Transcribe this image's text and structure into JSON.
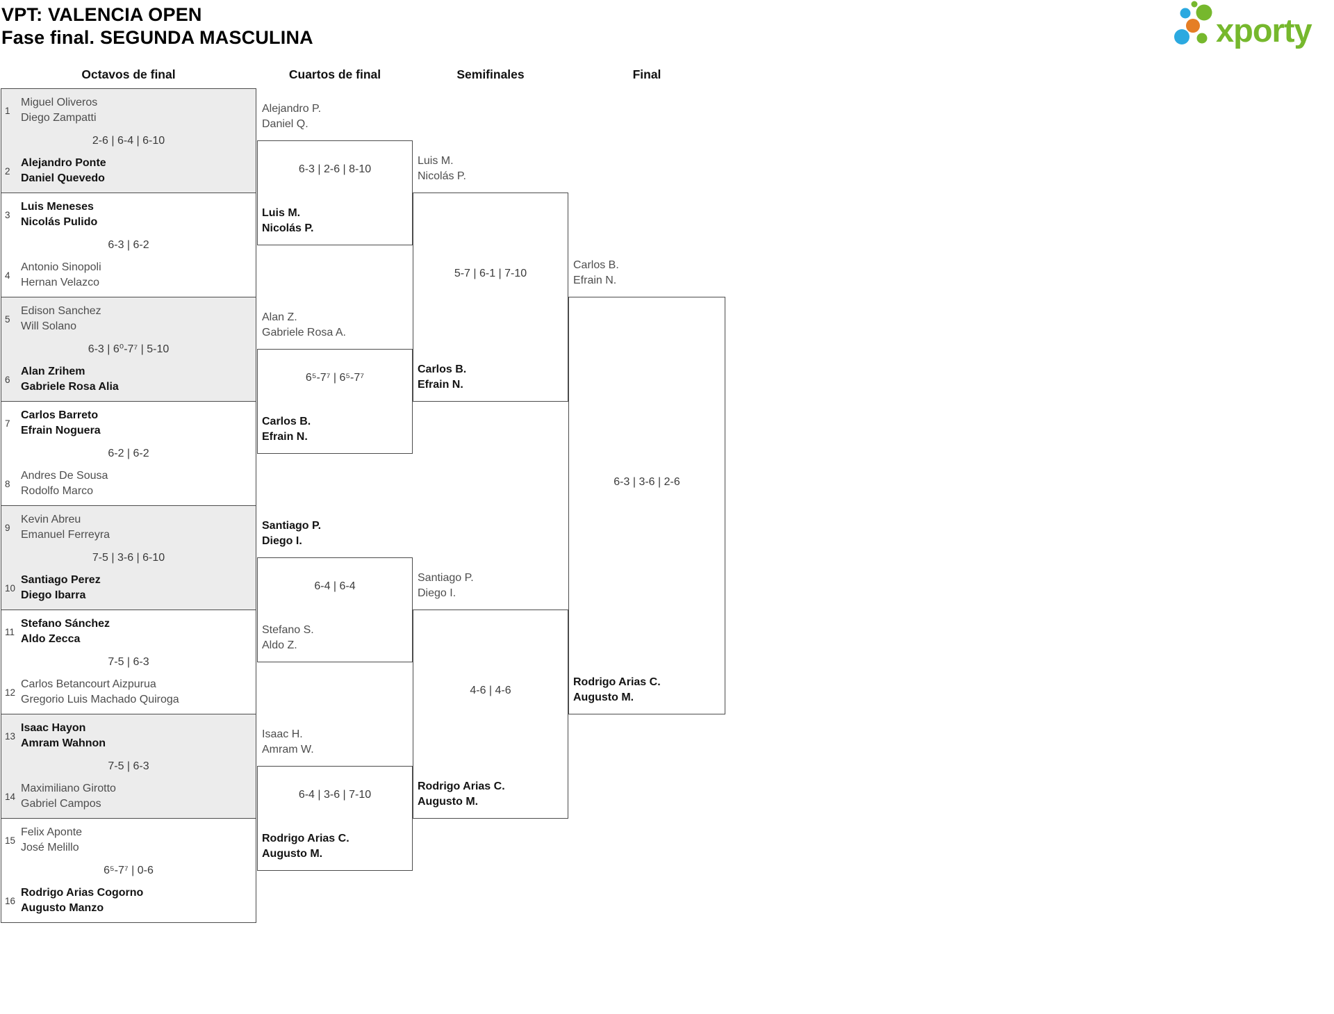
{
  "header": {
    "title": "VPT: VALENCIA OPEN",
    "subtitle": "Fase final. SEGUNDA MASCULINA"
  },
  "brand": {
    "name": "xporty",
    "green": "#76b82d",
    "blue": "#2ba9e0",
    "orange": "#e57e25"
  },
  "rounds": [
    "Octavos de final",
    "Cuartos de final",
    "Semifinales",
    "Final"
  ],
  "octavos": [
    {
      "seed_top": "1",
      "top": [
        "Miguel Oliveros",
        "Diego Zampatti"
      ],
      "top_winner": false,
      "score": "2-6 | 6-4 | 6-10",
      "seed_bottom": "2",
      "bottom": [
        "Alejandro Ponte",
        "Daniel Quevedo"
      ],
      "bottom_winner": true
    },
    {
      "seed_top": "3",
      "top": [
        "Luis Meneses",
        "Nicolás Pulido"
      ],
      "top_winner": true,
      "score": "6-3 | 6-2",
      "seed_bottom": "4",
      "bottom": [
        "Antonio Sinopoli",
        "Hernan Velazco"
      ],
      "bottom_winner": false
    },
    {
      "seed_top": "5",
      "top": [
        "Edison Sanchez",
        "Will Solano"
      ],
      "top_winner": false,
      "score": "6-3 | 6⁰-7⁷ | 5-10",
      "seed_bottom": "6",
      "bottom": [
        "Alan Zrihem",
        "Gabriele Rosa Alia"
      ],
      "bottom_winner": true
    },
    {
      "seed_top": "7",
      "top": [
        "Carlos Barreto",
        "Efrain Noguera"
      ],
      "top_winner": true,
      "score": "6-2 | 6-2",
      "seed_bottom": "8",
      "bottom": [
        "Andres De Sousa",
        "Rodolfo Marco"
      ],
      "bottom_winner": false
    },
    {
      "seed_top": "9",
      "top": [
        "Kevin Abreu",
        "Emanuel Ferreyra"
      ],
      "top_winner": false,
      "score": "7-5 | 3-6 | 6-10",
      "seed_bottom": "10",
      "bottom": [
        "Santiago Perez",
        "Diego Ibarra"
      ],
      "bottom_winner": true
    },
    {
      "seed_top": "11",
      "top": [
        "Stefano Sánchez",
        "Aldo Zecca"
      ],
      "top_winner": true,
      "score": "7-5 | 6-3",
      "seed_bottom": "12",
      "bottom": [
        "Carlos Betancourt Aizpurua",
        "Gregorio Luis Machado Quiroga"
      ],
      "bottom_winner": false
    },
    {
      "seed_top": "13",
      "top": [
        "Isaac Hayon",
        "Amram Wahnon"
      ],
      "top_winner": true,
      "score": "7-5 | 6-3",
      "seed_bottom": "14",
      "bottom": [
        "Maximiliano Girotto",
        "Gabriel Campos"
      ],
      "bottom_winner": false
    },
    {
      "seed_top": "15",
      "top": [
        "Felix Aponte",
        "José Melillo"
      ],
      "top_winner": false,
      "score": "6⁵-7⁷ | 0-6",
      "seed_bottom": "16",
      "bottom": [
        "Rodrigo Arias Cogorno",
        "Augusto Manzo"
      ],
      "bottom_winner": true
    }
  ],
  "cuartos": [
    {
      "top": [
        "Alejandro P.",
        "Daniel Q."
      ],
      "top_winner": false,
      "score": "6-3 | 2-6 | 8-10",
      "bottom": [
        "Luis M.",
        "Nicolás P."
      ],
      "bottom_winner": true
    },
    {
      "top": [
        "Alan Z.",
        "Gabriele Rosa A."
      ],
      "top_winner": false,
      "score": "6⁵-7⁷ | 6⁵-7⁷",
      "bottom": [
        "Carlos B.",
        "Efrain N."
      ],
      "bottom_winner": true
    },
    {
      "top": [
        "Santiago P.",
        "Diego I."
      ],
      "top_winner": true,
      "score": "6-4 | 6-4",
      "bottom": [
        "Stefano S.",
        "Aldo Z."
      ],
      "bottom_winner": false
    },
    {
      "top": [
        "Isaac H.",
        "Amram W."
      ],
      "top_winner": false,
      "score": "6-4 | 3-6 | 7-10",
      "bottom": [
        "Rodrigo Arias C.",
        "Augusto M."
      ],
      "bottom_winner": true
    }
  ],
  "semifinales": [
    {
      "top": [
        "Luis M.",
        "Nicolás P."
      ],
      "top_winner": false,
      "score": "5-7 | 6-1 | 7-10",
      "bottom": [
        "Carlos B.",
        "Efrain N."
      ],
      "bottom_winner": true
    },
    {
      "top": [
        "Santiago P.",
        "Diego I."
      ],
      "top_winner": false,
      "score": "4-6 | 4-6",
      "bottom": [
        "Rodrigo Arias C.",
        "Augusto M."
      ],
      "bottom_winner": true
    }
  ],
  "final_match": {
    "top": [
      "Carlos B.",
      "Efrain N."
    ],
    "top_winner": false,
    "score": "6-3 | 3-6 | 2-6",
    "bottom": [
      "Rodrigo Arias C.",
      "Augusto M."
    ],
    "bottom_winner": true
  }
}
